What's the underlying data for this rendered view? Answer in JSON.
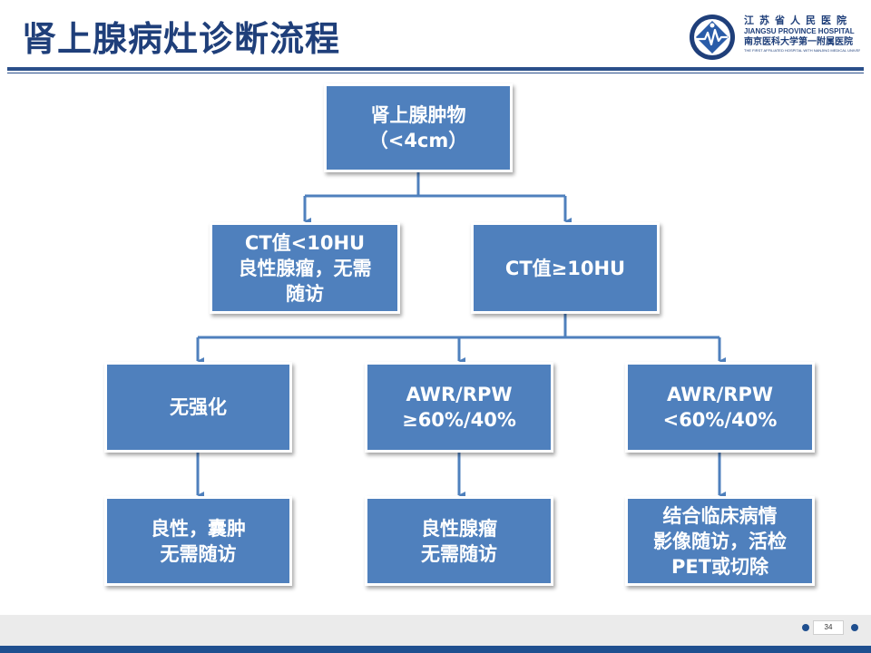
{
  "title": "肾上腺病灶诊断流程",
  "logo": {
    "cn_top": "江苏省人民医院",
    "en": "JIANGSU PROVINCE HOSPITAL",
    "cn_bottom": "南京医科大学第一附属医院",
    "tagline": "THE FIRST AFFILIATED HOSPITAL WITH NANJING MEDICAL UNIVERSITY"
  },
  "nodes": {
    "root": [
      "肾上腺肿物",
      "（<4cm）"
    ],
    "ct_low": [
      "CT值<10HU",
      "良性腺瘤，无需",
      "随访"
    ],
    "ct_high": [
      "CT值≥10HU"
    ],
    "no_enhance": [
      "无强化"
    ],
    "awr_high": [
      "AWR/RPW",
      "≥60%/40%"
    ],
    "awr_low": [
      "AWR/RPW",
      "<60%/40%"
    ],
    "benign_cyst": [
      "良性，囊肿",
      "无需随访"
    ],
    "benign_adenoma": [
      "良性腺瘤",
      "无需随访"
    ],
    "clinical": [
      "结合临床病情",
      "影像随访，活检",
      "PET或切除"
    ]
  },
  "page_number": "34",
  "colors": {
    "box": "#4f80bd",
    "connector": "#4f80bd",
    "title": "#1f3f7a",
    "footer": "#1f4f8f"
  }
}
